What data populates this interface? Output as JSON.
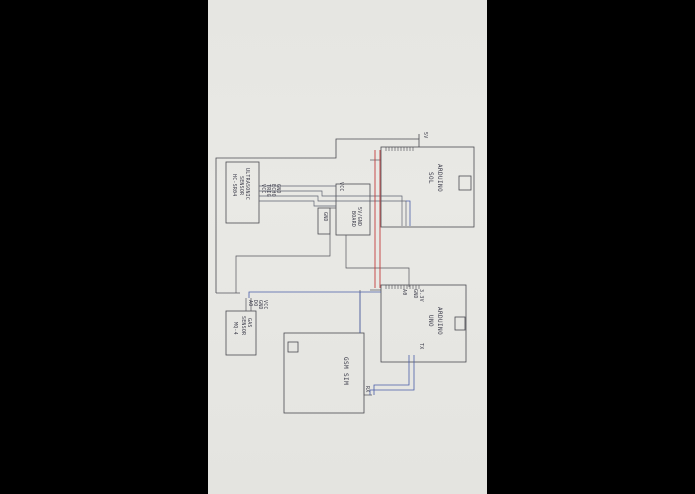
{
  "colors": {
    "background": "#000000",
    "paper": "#e7e7e3",
    "pencil": "#4a4a50",
    "wire_blue": "#4a5ea8",
    "wire_red": "#c23a3a"
  },
  "components": {
    "arduino_top": {
      "name": "ARDUINO",
      "model": "SOL"
    },
    "arduino_bottom": {
      "name": "ARDUINO",
      "model": "UNO"
    },
    "ultrasonic": {
      "line1": "ULTRASONIC",
      "line2": "SENSOR",
      "model": "HC-SR04"
    },
    "gas_sensor": {
      "line1": "GAS",
      "line2": "SENSOR",
      "model": "MQ-4"
    },
    "gsm": {
      "name": "GSM SIM"
    },
    "breadboard": {
      "line1": "5V/GND",
      "line2": "BOARD"
    }
  },
  "pins": {
    "ultrasonic": [
      "VCC",
      "TRIG",
      "ECHO",
      "GND"
    ],
    "board": [
      "VCC",
      "GND"
    ],
    "gas": [
      "AO",
      "DO",
      "GND",
      "VCC"
    ],
    "uno": [
      "3.3V",
      "GND",
      "A0"
    ],
    "sol_top": "5V",
    "uno_tx": "TX",
    "gsm_rx": "RX"
  }
}
